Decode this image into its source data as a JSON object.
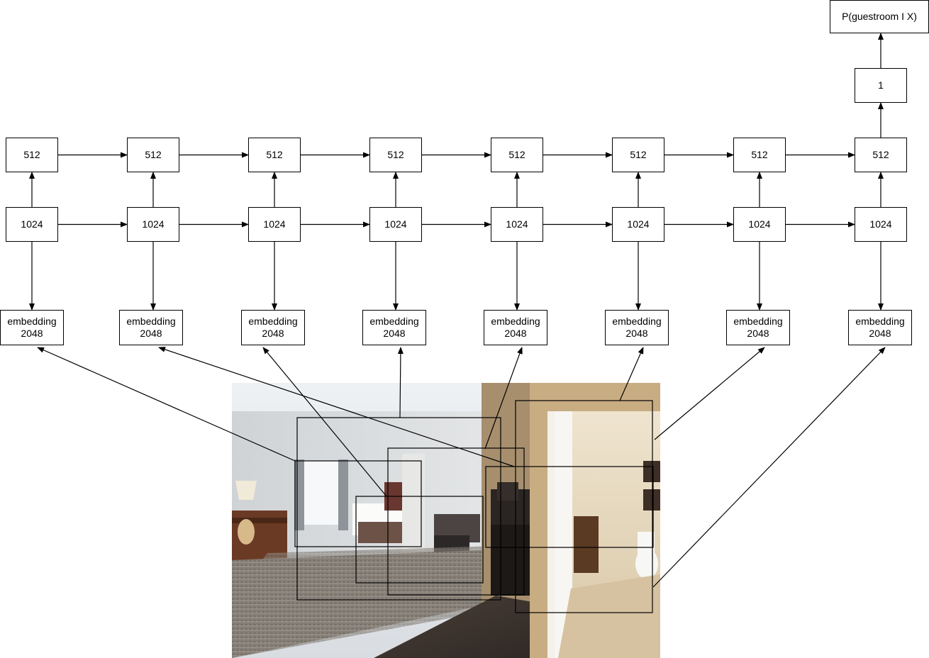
{
  "output": {
    "label": "P(guestroom I X)"
  },
  "dense": {
    "label": "1"
  },
  "lstm2": {
    "label": "512"
  },
  "lstm1": {
    "label": "1024"
  },
  "embedding": {
    "label": "embedding\n2048"
  },
  "num_steps": 8
}
